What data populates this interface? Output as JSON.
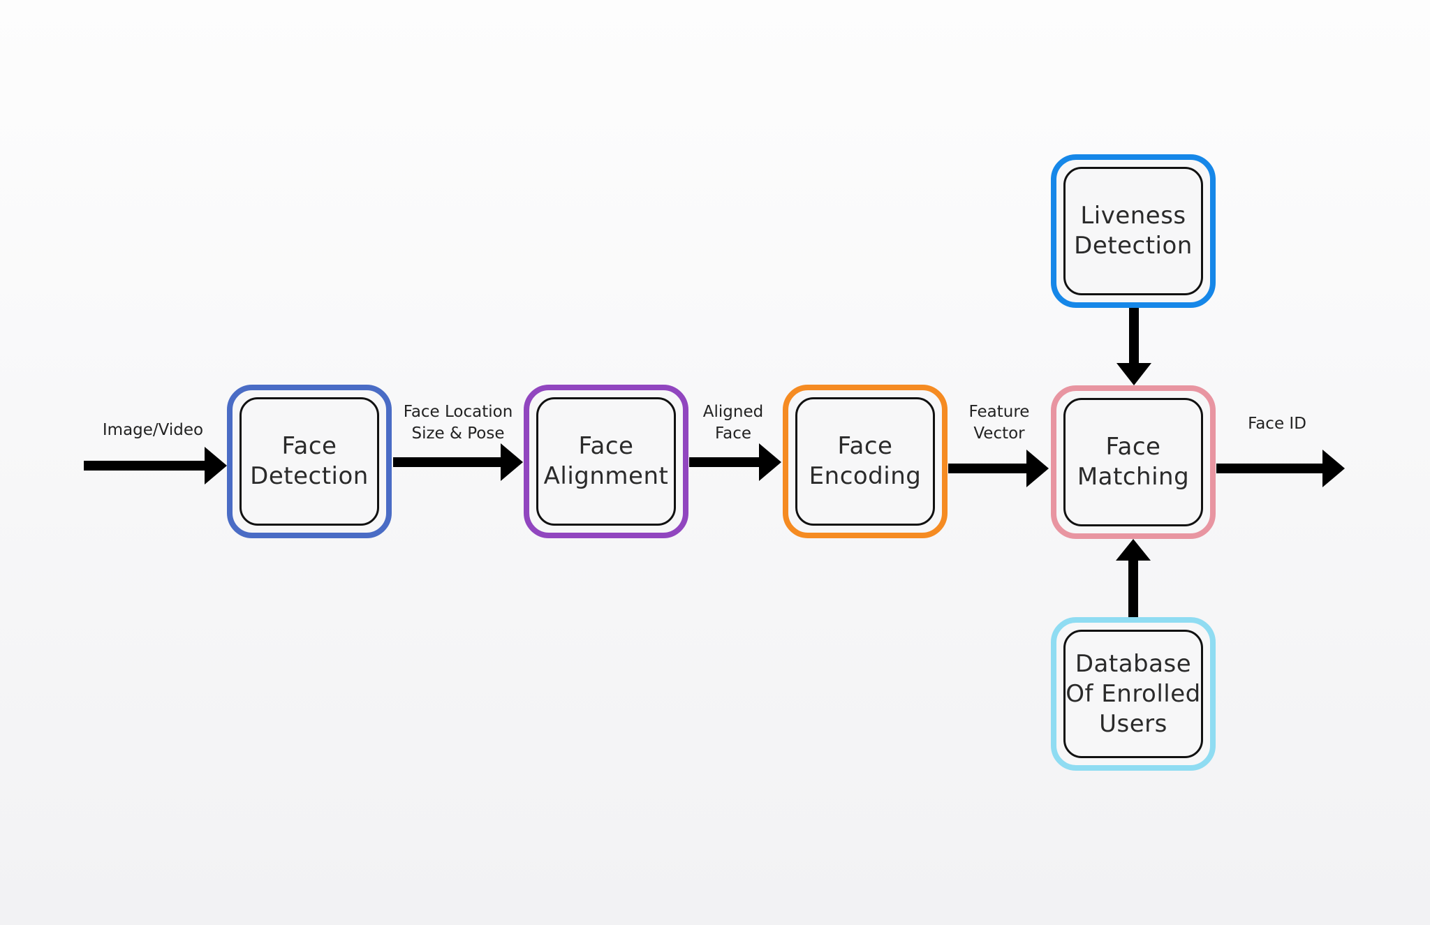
{
  "diagram": {
    "nodes": {
      "face_detection": {
        "label": "Face\nDetection",
        "color": "#4a6cc5"
      },
      "face_alignment": {
        "label": "Face\nAlignment",
        "color": "#9146bf"
      },
      "face_encoding": {
        "label": "Face\nEncoding",
        "color": "#f58b22"
      },
      "face_matching": {
        "label": "Face\nMatching",
        "color": "#e895a1"
      },
      "liveness_detection": {
        "label": "Liveness\nDetection",
        "color": "#1687e8"
      },
      "database_users": {
        "label": "Database\nOf Enrolled\nUsers",
        "color": "#8fdcf2"
      }
    },
    "edges": {
      "input": "Image/Video",
      "detection_to_alignment": "Face Location\nSize & Pose",
      "alignment_to_encoding": "Aligned\nFace",
      "encoding_to_matching": "Feature\nVector",
      "output": "Face ID"
    },
    "arrow_color": "#000000"
  }
}
